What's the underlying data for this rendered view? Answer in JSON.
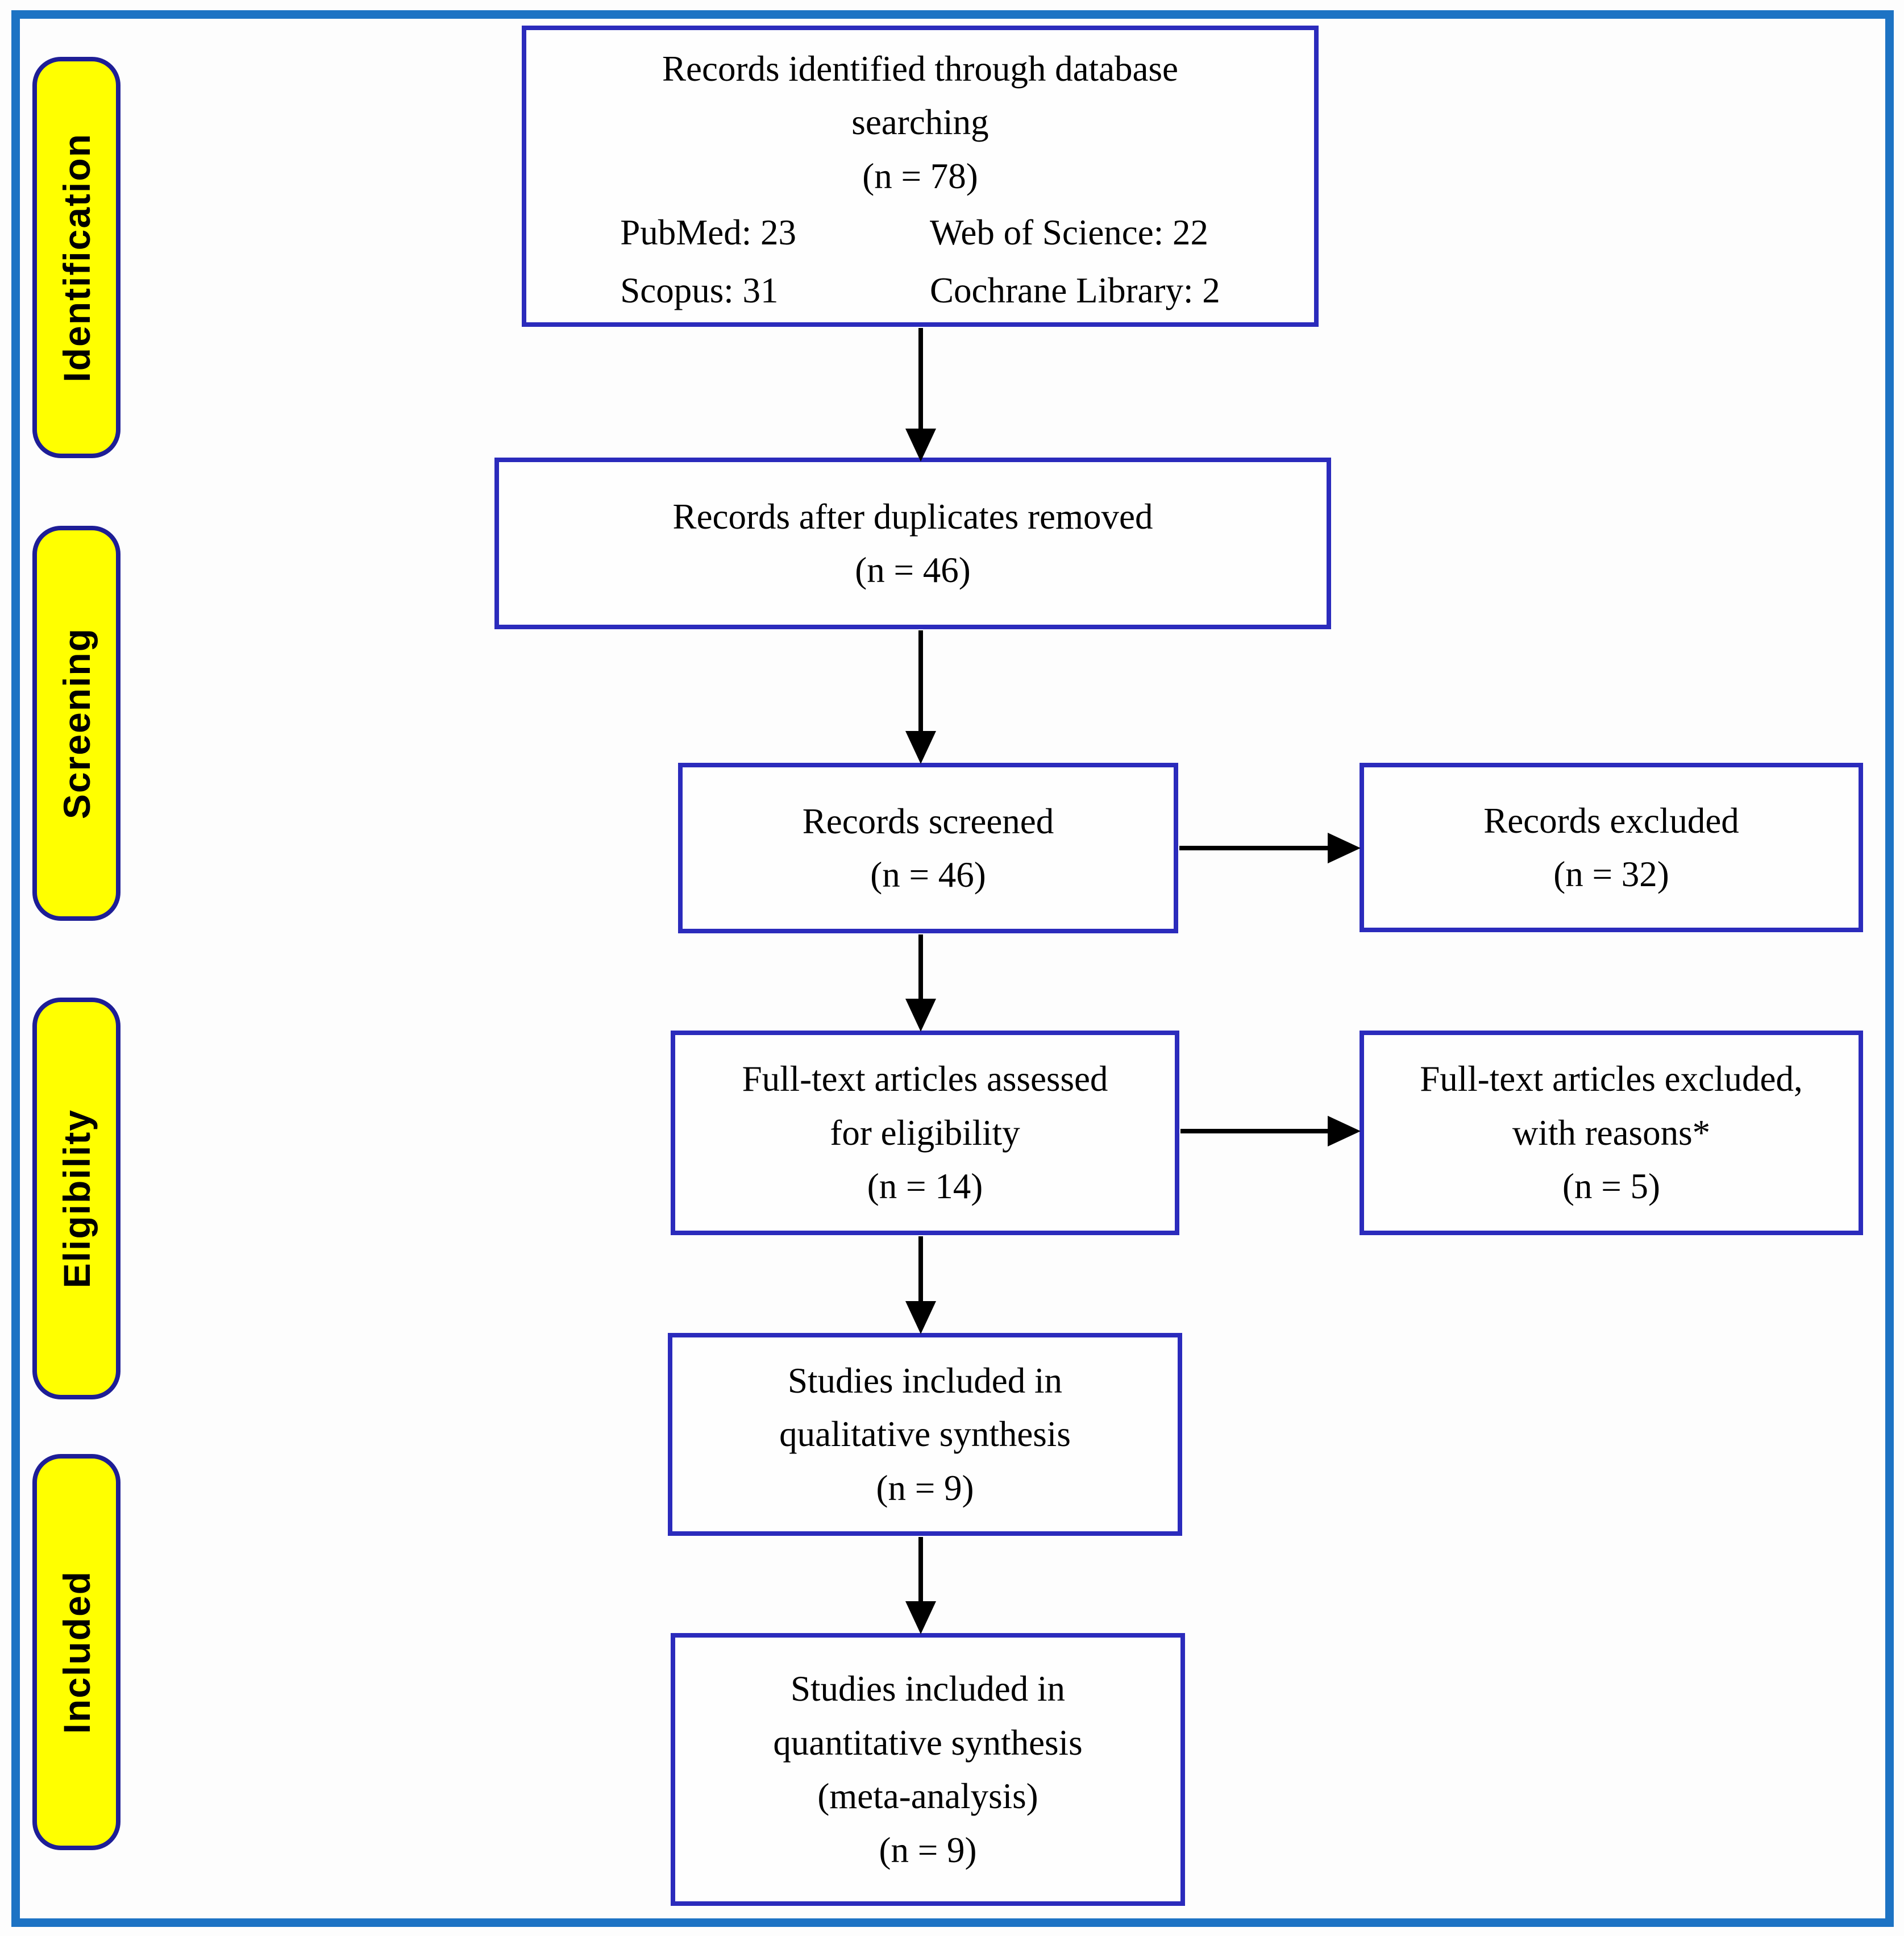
{
  "figure": {
    "stage_labels": [
      {
        "label": "Identification"
      },
      {
        "label": "Screening"
      },
      {
        "label": "Eligibility"
      },
      {
        "label": "Included"
      }
    ],
    "boxes": {
      "identified": {
        "lines": [
          "Records identified through database",
          "searching",
          "(n = 78)"
        ],
        "sources": [
          "PubMed: 23",
          "Web of Science: 22",
          "Scopus: 31",
          "Cochrane Library: 2"
        ]
      },
      "duplicates_removed": {
        "lines": [
          "Records after duplicates removed",
          "(n = 46)"
        ]
      },
      "screened": {
        "lines": [
          "Records screened",
          "(n = 46)"
        ]
      },
      "records_excluded": {
        "lines": [
          "Records excluded",
          "(n = 32)"
        ]
      },
      "fulltext_assessed": {
        "lines": [
          "Full-text articles assessed",
          "for eligibility",
          "(n = 14)"
        ]
      },
      "fulltext_excluded": {
        "lines": [
          "Full-text articles excluded,",
          "with reasons*",
          "(n = 5)"
        ]
      },
      "qualitative": {
        "lines": [
          "Studies included in",
          "qualitative synthesis",
          "(n = 9)"
        ]
      },
      "quantitative": {
        "lines": [
          "Studies included in",
          "quantitative synthesis",
          "(meta-analysis)",
          "(n = 9)"
        ]
      }
    },
    "colors": {
      "frame": "#1d73c4",
      "box_border": "#2b2bbc",
      "label_fill": "#ffff00",
      "label_border": "#1e1e96",
      "arrow": "#000000"
    }
  }
}
